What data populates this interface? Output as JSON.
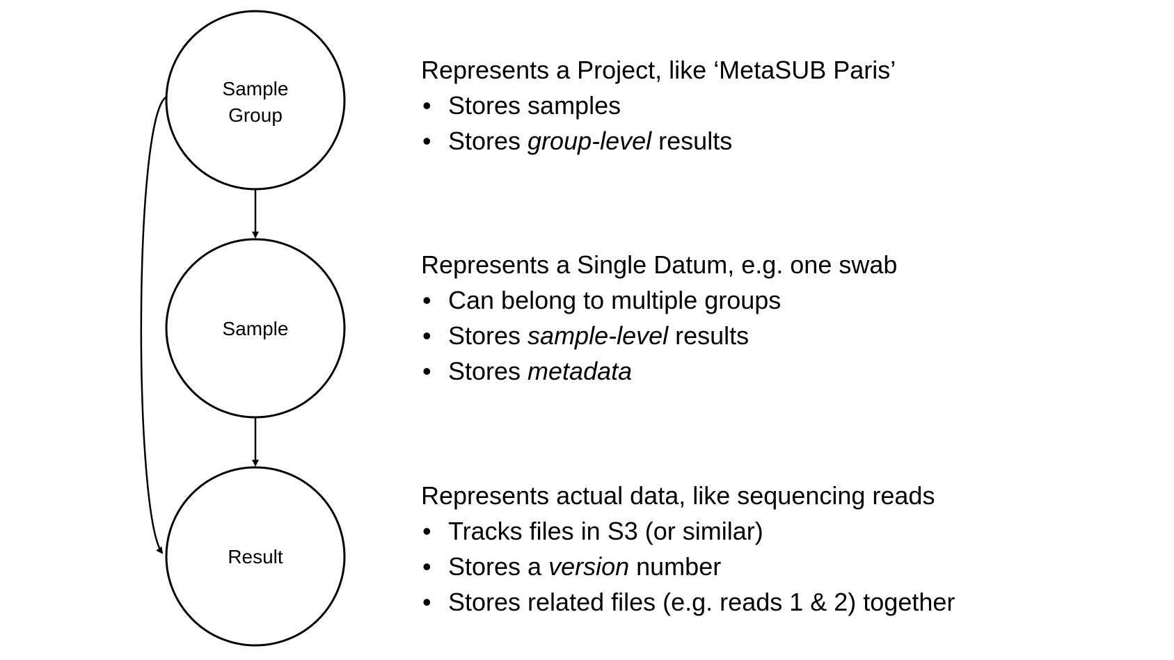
{
  "nodes": {
    "sample_group": {
      "line1": "Sample",
      "line2": "Group"
    },
    "sample": {
      "label": "Sample"
    },
    "result": {
      "label": "Result"
    }
  },
  "descriptions": {
    "sample_group": {
      "heading": "Represents a Project, like ‘MetaSUB Paris’",
      "bullets": [
        {
          "pre": "Stores samples",
          "em": "",
          "post": ""
        },
        {
          "pre": "Stores ",
          "em": "group-level",
          "post": " results"
        }
      ]
    },
    "sample": {
      "heading": "Represents a Single Datum, e.g. one swab",
      "bullets": [
        {
          "pre": "Can belong to multiple groups",
          "em": "",
          "post": ""
        },
        {
          "pre": "Stores ",
          "em": "sample-level",
          "post": " results"
        },
        {
          "pre": "Stores ",
          "em": "metadata",
          "post": ""
        }
      ]
    },
    "result": {
      "heading": "Represents actual data, like sequencing reads",
      "bullets": [
        {
          "pre": "Tracks files in S3 (or similar)",
          "em": "",
          "post": ""
        },
        {
          "pre": "Stores a ",
          "em": "version",
          "post": " number"
        },
        {
          "pre": "Stores related files (e.g. reads 1 & 2) together",
          "em": "",
          "post": ""
        }
      ]
    }
  },
  "colors": {
    "stroke": "#000000",
    "text": "#000000",
    "background": "#ffffff"
  }
}
